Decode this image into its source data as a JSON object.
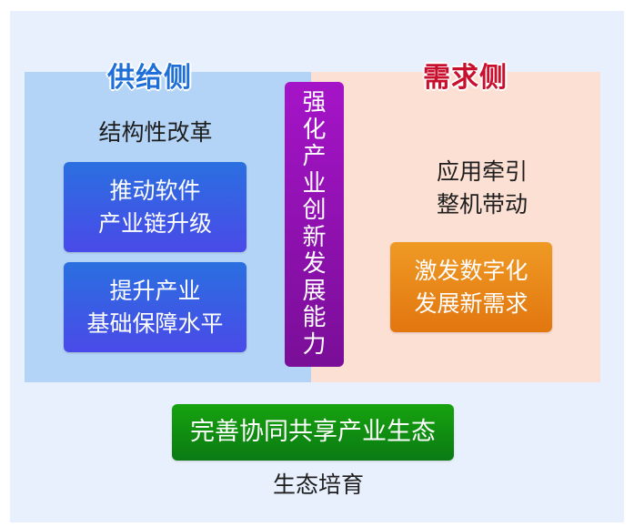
{
  "supply": {
    "title": "供给侧",
    "subtitle": "结构性改革",
    "boxes": [
      {
        "line1": "推动软件",
        "line2": "产业链升级"
      },
      {
        "line1": "提升产业",
        "line2": "基础保障水平"
      }
    ]
  },
  "center": {
    "chars": [
      "强",
      "化",
      "产",
      "业",
      "创",
      "新",
      "发",
      "展",
      "能",
      "力"
    ]
  },
  "demand": {
    "title": "需求侧",
    "subtitle_line1": "应用牵引",
    "subtitle_line2": "整机带动",
    "box": {
      "line1": "激发数字化",
      "line2": "发展新需求"
    }
  },
  "ecosystem": {
    "box_label": "完善协同共享产业生态",
    "caption": "生态培育"
  },
  "colors": {
    "supply_title": "#1f6fd8",
    "demand_title": "#c8102e",
    "supply_bg": "#b3d4f7",
    "demand_bg": "#fde0d4",
    "blue_box": "#3a5ee6",
    "purple_bar": "#8f10b4",
    "orange_box": "#e8871a",
    "green_box": "#129012"
  }
}
